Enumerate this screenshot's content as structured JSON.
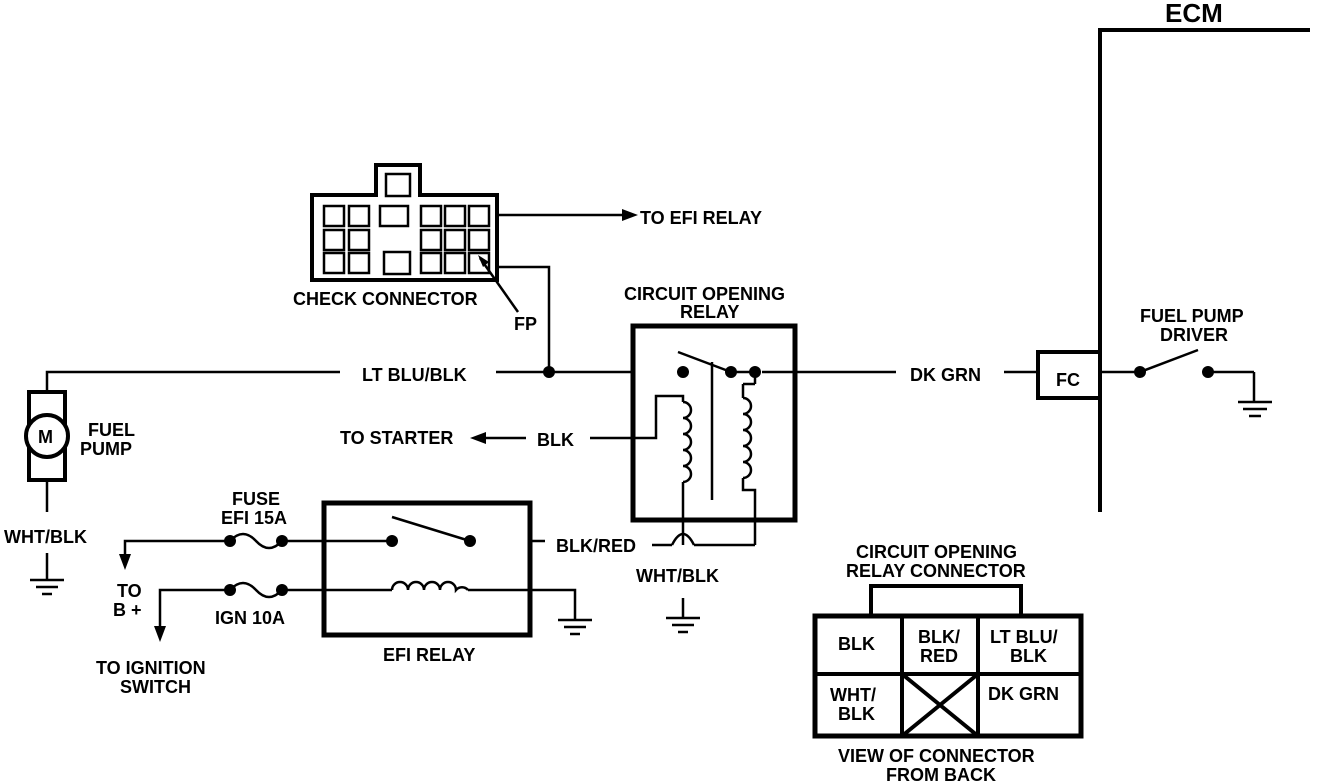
{
  "labels": {
    "ecm": "ECM",
    "to_efi_relay": "TO EFI RELAY",
    "check_connector": "CHECK CONNECTOR",
    "fp": "FP",
    "circuit_opening_relay_1": "CIRCUIT OPENING",
    "circuit_opening_relay_2": "RELAY",
    "lt_blu_blk": "LT BLU/BLK",
    "dk_grn": "DK GRN",
    "fc": "FC",
    "fuel_pump_driver_1": "FUEL PUMP",
    "fuel_pump_driver_2": "DRIVER",
    "motor_m": "M",
    "fuel_pump_1": "FUEL",
    "fuel_pump_2": "PUMP",
    "to_starter": "TO STARTER",
    "blk": "BLK",
    "wht_blk_left": "WHT/BLK",
    "fuse_1": "FUSE",
    "fuse_2": "EFI 15A",
    "ign_10a": "IGN 10A",
    "to_b_plus_1": "TO",
    "to_b_plus_2": "B +",
    "to_ignition_switch_1": "TO IGNITION",
    "to_ignition_switch_2": "SWITCH",
    "efi_relay": "EFI RELAY",
    "blk_red": "BLK/RED",
    "wht_blk_bottom": "WHT/BLK"
  },
  "relay_connector": {
    "title_1": "CIRCUIT OPENING",
    "title_2": "RELAY CONNECTOR",
    "caption_1": "VIEW OF CONNECTOR",
    "caption_2": "FROM BACK",
    "cell_blk": "BLK",
    "cell_blk_red_1": "BLK/",
    "cell_blk_red_2": "RED",
    "cell_lt_blu_blk_1": "LT BLU/",
    "cell_lt_blu_blk_2": "BLK",
    "cell_wht_blk_1": "WHT/",
    "cell_wht_blk_2": "BLK",
    "cell_dk_grn": "DK GRN"
  }
}
